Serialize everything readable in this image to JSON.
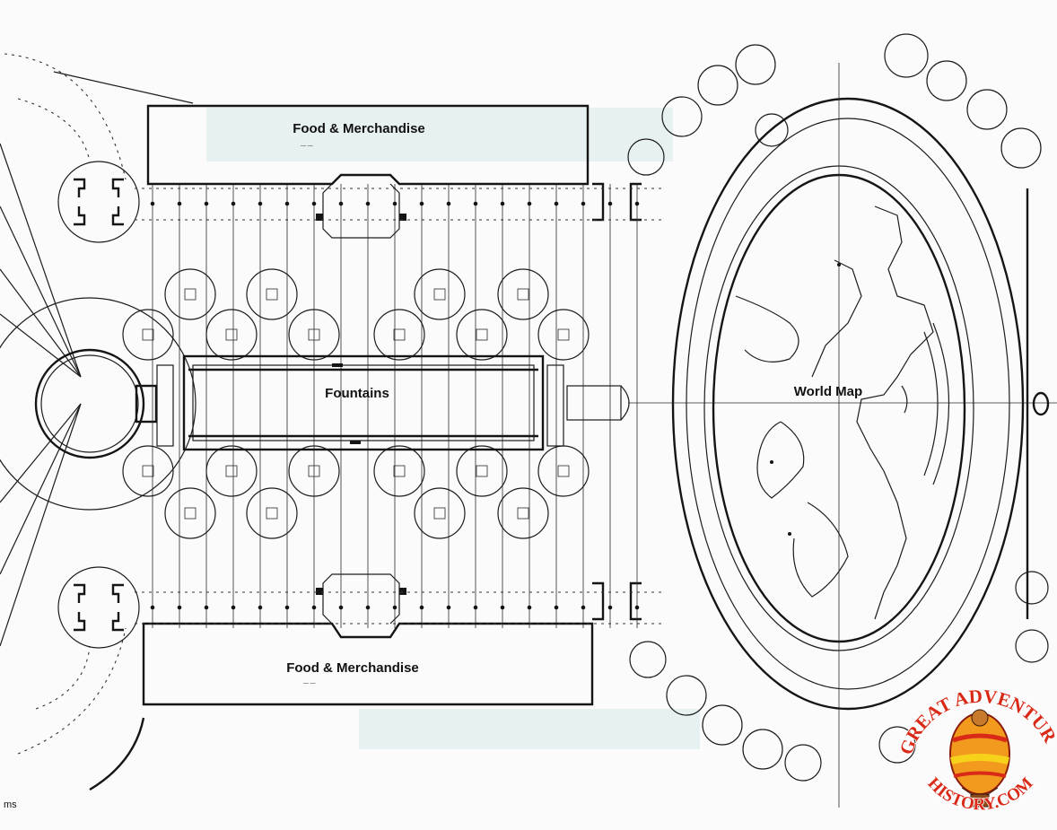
{
  "labels": {
    "food_top": "Food & Merchandise",
    "food_bottom": "Food & Merchandise",
    "fountains": "Fountains",
    "world_map": "World Map",
    "edge_text": "ms"
  },
  "logo": {
    "line1": "GREAT ADVENTURE",
    "line2": "HISTORY.COM",
    "colors": {
      "red": "#d92a18",
      "orange": "#f29a1e",
      "yellow": "#f7d21b"
    }
  }
}
